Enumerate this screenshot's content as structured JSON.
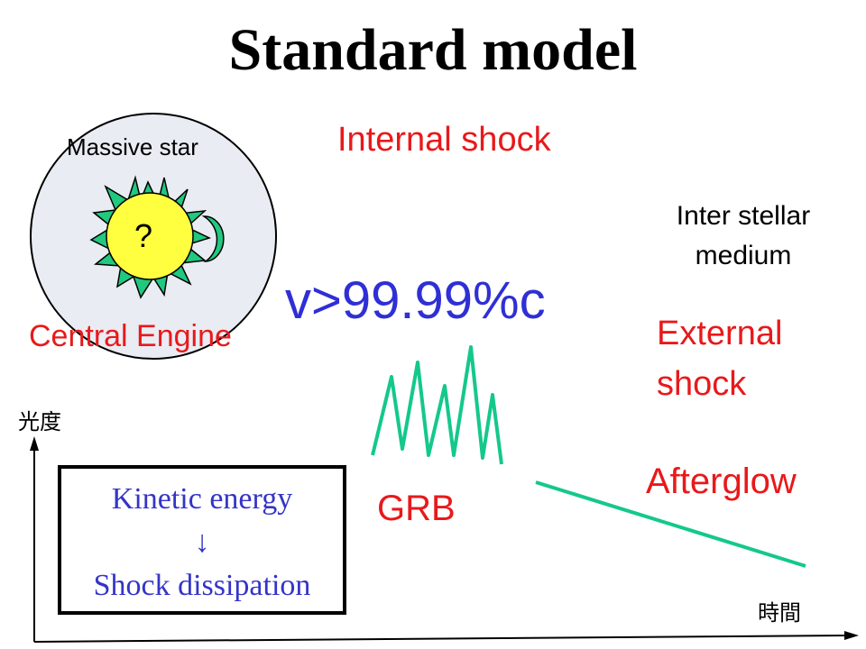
{
  "title": "Standard model",
  "star": {
    "label": "Massive star",
    "engine_symbol": "?",
    "engine_label": "Central Engine"
  },
  "internal_shock": "Internal shock",
  "velocity": "v>99.99%c",
  "ism": {
    "line1": "Inter stellar",
    "line2": "medium"
  },
  "external_shock": {
    "line1": "External",
    "line2": "shock"
  },
  "afterglow": "Afterglow",
  "grb": "GRB",
  "axes": {
    "y_label": "光度",
    "x_label": "時間"
  },
  "box": {
    "line1": "Kinetic energy",
    "arrow": "↓",
    "line2": "Shock dissipation"
  },
  "colors": {
    "title": "#000000",
    "red_label": "#e8191b",
    "velocity": "#2f2fd6",
    "box_text": "#3434c8",
    "curve": "#14c88c",
    "sun": "#ffff40",
    "spikes": "#20c880",
    "star_fill": "#e9ecf2"
  }
}
